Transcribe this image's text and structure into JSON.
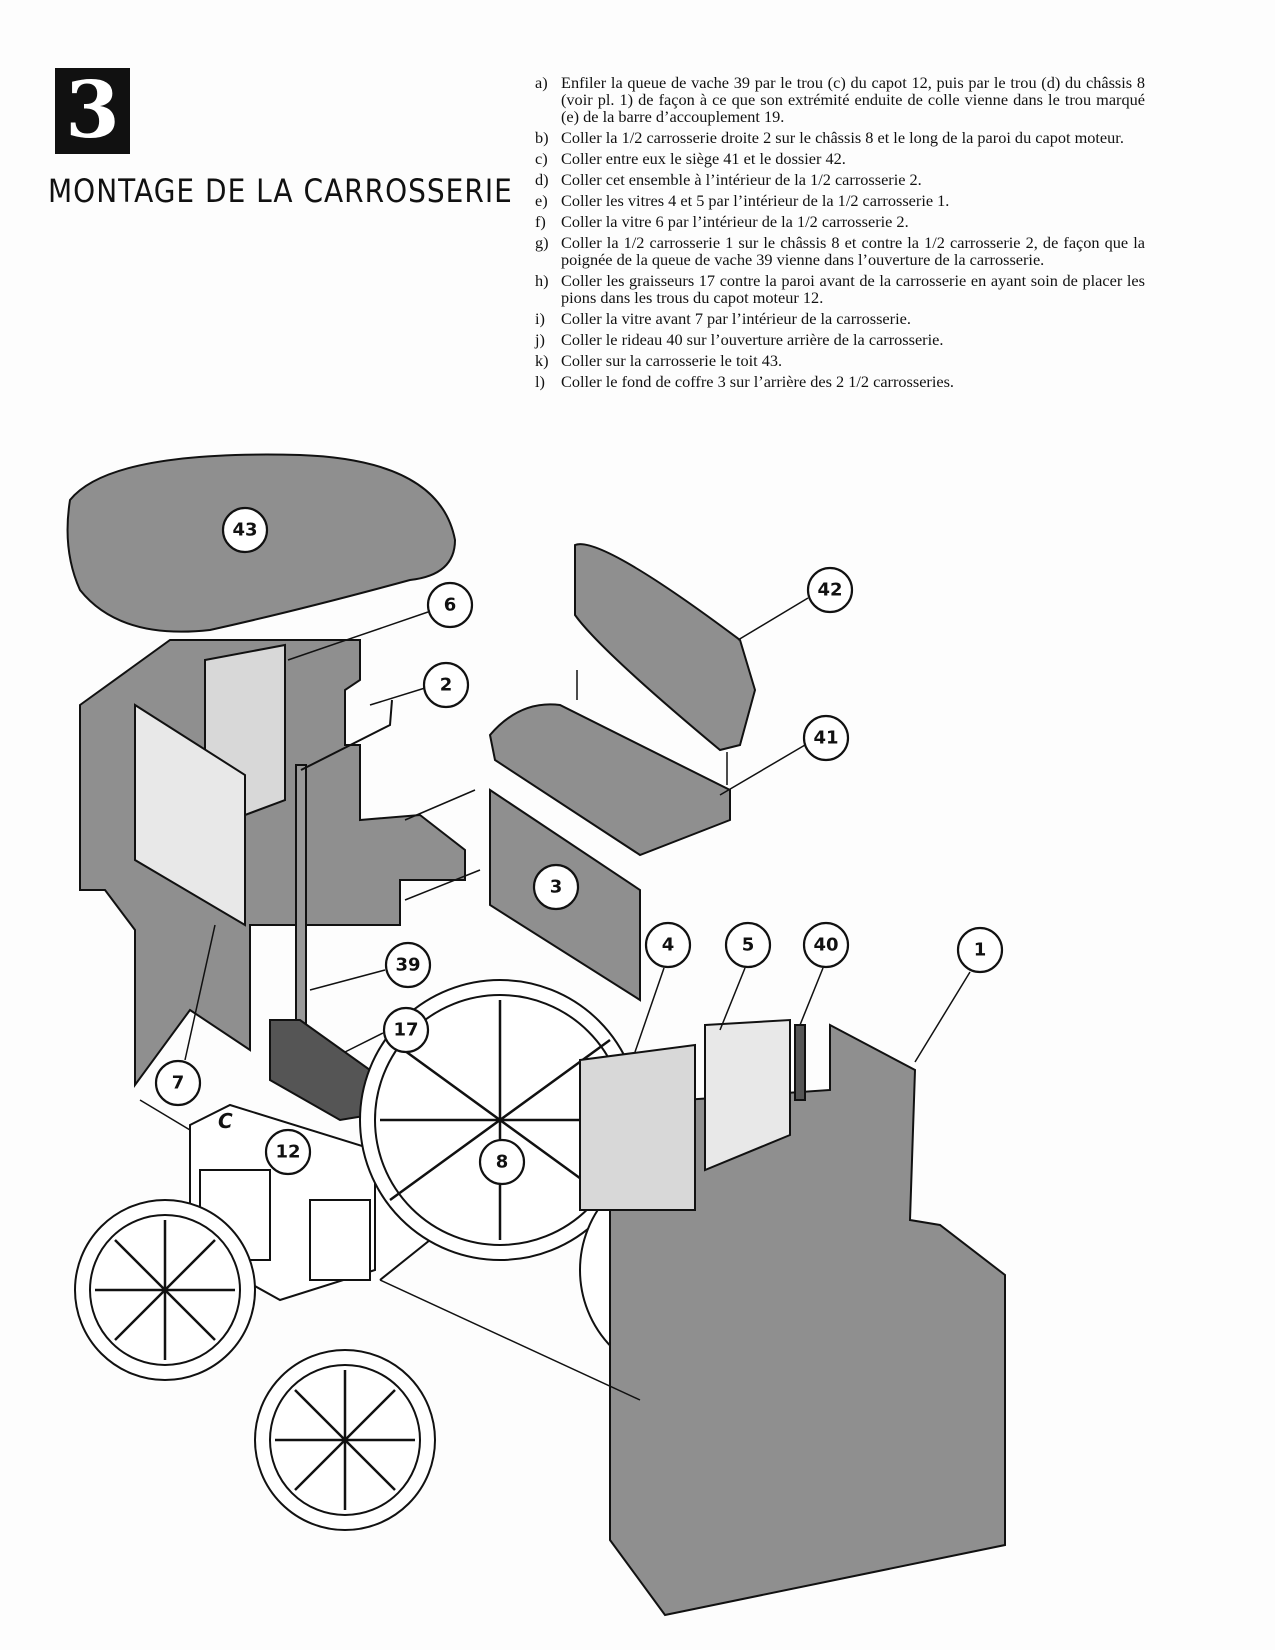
{
  "header": {
    "number": "3",
    "title": "MONTAGE DE LA CARROSSERIE"
  },
  "steps": [
    {
      "key": "a)",
      "text": "Enfiler la queue de vache 39 par le trou (c) du capot 12, puis par le trou (d) du châssis 8 (voir pl. 1) de façon à ce que son extrémité enduite de colle vienne dans le trou marqué (e) de la barre d’accouplement 19."
    },
    {
      "key": "b)",
      "text": "Coller la 1/2 carrosserie droite 2 sur le châssis 8 et le long de la paroi du capot moteur."
    },
    {
      "key": "c)",
      "text": "Coller entre eux le siège 41 et le dossier 42."
    },
    {
      "key": "d)",
      "text": "Coller cet ensemble à l’intérieur de la 1/2 carrosserie 2."
    },
    {
      "key": "e)",
      "text": "Coller les vitres 4 et 5 par l’intérieur de la 1/2 carrosserie 1."
    },
    {
      "key": "f)",
      "text": "Coller la vitre 6 par l’intérieur de la 1/2 carrosserie 2."
    },
    {
      "key": "g)",
      "text": "Coller la 1/2 carrosserie 1 sur le châssis 8 et contre la 1/2 carrosserie 2, de façon que la poignée de la queue de vache 39 vienne dans l’ouverture de la carrosserie."
    },
    {
      "key": "h)",
      "text": "Coller les graisseurs 17 contre la paroi avant de la carrosserie en ayant soin de placer les pions dans les trous du capot moteur 12."
    },
    {
      "key": "i)",
      "text": "Coller la vitre avant 7 par l’intérieur de la carrosserie."
    },
    {
      "key": "j)",
      "text": "Coller le rideau 40 sur l’ouverture arrière de la carrosserie."
    },
    {
      "key": "k)",
      "text": "Coller sur la carrosserie le toit 43."
    },
    {
      "key": "l)",
      "text": "Coller le fond de coffre 3 sur l’arrière des 2 1/2 carrosseries."
    }
  ],
  "callouts": [
    "43",
    "6",
    "2",
    "42",
    "41",
    "3",
    "39",
    "17",
    "4",
    "5",
    "40",
    "1",
    "7",
    "12",
    "8"
  ],
  "logo": "C",
  "colors": {
    "part_fill": "#8f8f8f",
    "ink": "#111111"
  }
}
